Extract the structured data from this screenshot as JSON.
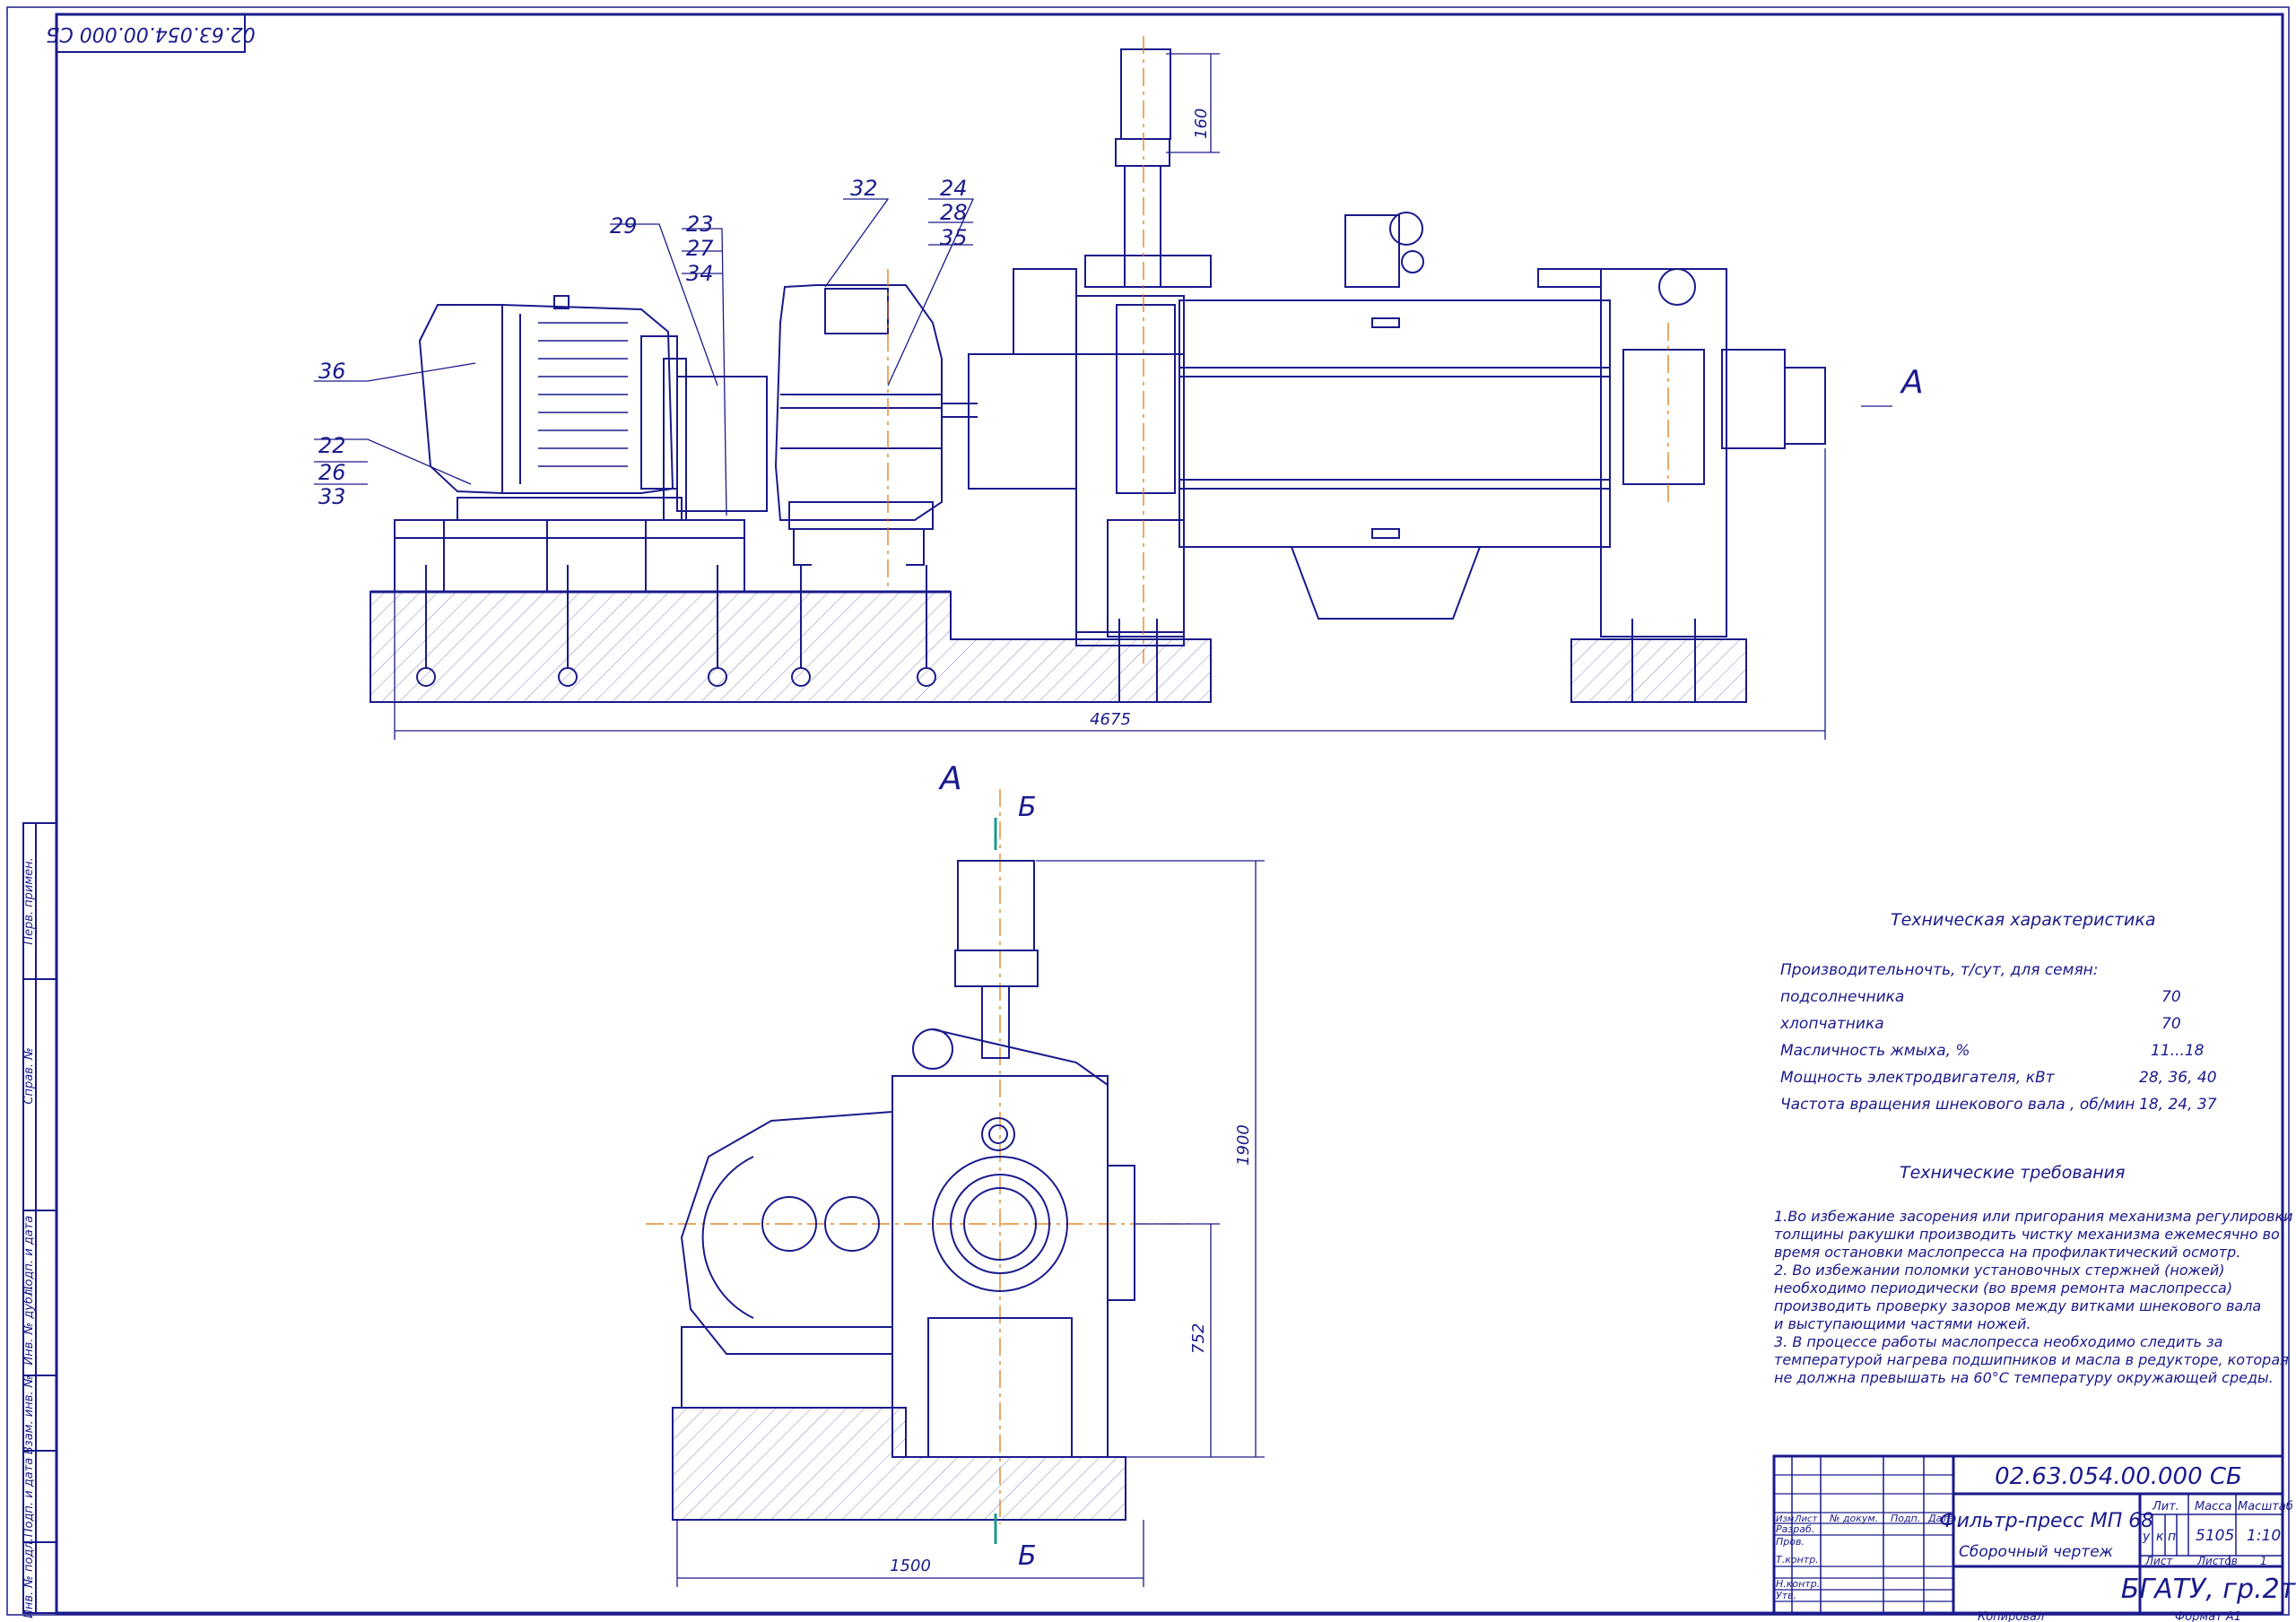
{
  "colors": {
    "ink": "#1a1a8c",
    "axis": "#e07000",
    "section": "#1a9a8a",
    "paper": "#ffffff"
  },
  "corner_code": "02.63.054.00.000 СБ",
  "view_label": "А",
  "section_label": "Б",
  "dimensions": {
    "overall_length": "4675",
    "motor_offset": "160",
    "height_total": "1900",
    "shaft_height": "752",
    "width": "1500"
  },
  "callouts": [
    "36",
    "22",
    "26",
    "33",
    "29",
    "23",
    "27",
    "34",
    "32",
    "24",
    "28",
    "35"
  ],
  "left_stamp": [
    "Перв. примен.",
    "Справ. №",
    "Подп. и дата",
    "Инв. № дубл.",
    "Взам. инв. №",
    "Подп. и дата",
    "Инв. № подл."
  ],
  "tech_char": {
    "title": "Техническая характеристика",
    "rows": [
      {
        "label": "Производительночть, т/сут, для семян:",
        "value": ""
      },
      {
        "label": "подсолнечника",
        "value": "70"
      },
      {
        "label": "хлопчатника",
        "value": "70"
      },
      {
        "label": "Масличность жмыха, %",
        "value": "11...18"
      },
      {
        "label": "Мощность электродвигателя, кВт",
        "value": "28, 36, 40"
      },
      {
        "label": "Частота вращения шнекового вала , об/мин",
        "value": "18, 24, 37"
      }
    ]
  },
  "tech_req": {
    "title": "Технические требования",
    "lines": [
      "1.Во избежание засорения или пригорания механизма регулировки",
      "толщины ракушки производить чистку механизма ежемесячно во",
      "время остановки маслопресса на профилактический осмотр.",
      "2. Во избежании поломки установочных стержней (ножей)",
      "необходимо периодически (во время ремонта маслопресса)",
      "производить проверку зазоров между витками шнекового вала",
      " и выступающими частями ножей.",
      "3. В процессе работы маслопресса необходимо следить за",
      "температурой нагрева подшипников и масла в редукторе, которая",
      "не должна превышать на 60°С температуру окружающей среды."
    ]
  },
  "title_block": {
    "code": "02.63.054.00.000 СБ",
    "name": "Фильтр-пресс МП 68",
    "doc_type": "Сборочный чертеж",
    "col_headers": [
      "Изм.",
      "Лист",
      "№ докум.",
      "Подп.",
      "Дата"
    ],
    "roles": [
      "Разраб.",
      "Пров.",
      "Т.контр.",
      "",
      "Н.контр.",
      "Утв."
    ],
    "lit_label": "Лит.",
    "mass_label": "Масса",
    "scale_label": "Масштаб",
    "lit_cells": [
      "у",
      "к",
      "п"
    ],
    "mass": "5105",
    "scale": "1:10",
    "sheet_label": "Лист",
    "sheets_label": "Листов",
    "sheets_count": "1",
    "org": "БГАТУ, гр.2т",
    "copied": "Копировал",
    "format": "Формат    А1"
  }
}
